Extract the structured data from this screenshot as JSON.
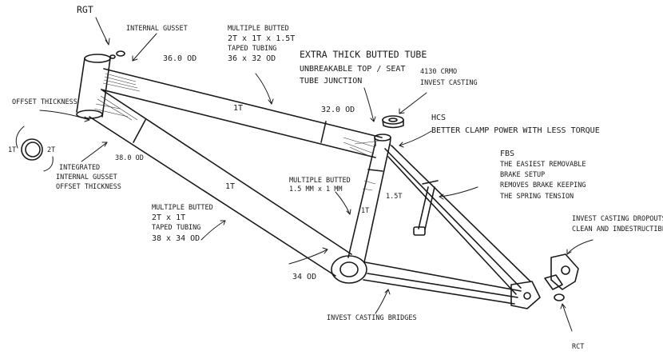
{
  "labels": {
    "rgt": "RGT",
    "internal_gusset": "INTERNAL GUSSET",
    "od_36_top": "36.0 OD",
    "mb_top_1": "MULTIPLE BUTTED",
    "mb_top_2": "2T x 1T x 1.5T",
    "mb_top_3": "TAPED TUBING",
    "mb_top_4": "36 x 32 OD",
    "extra_1": "EXTRA THICK BUTTED TUBE",
    "extra_2": "UNBREAKABLE TOP / SEAT",
    "extra_3": "TUBE JUNCTION",
    "crmo_1": "4130 CRMO",
    "crmo_2": "INVEST CASTING",
    "offset": "OFFSET THICKNESS",
    "t1": "1T",
    "t2": "2T",
    "top_tube_t": "1T",
    "od_32": "32.0 OD",
    "hcs_1": "HCS",
    "hcs_2": "BETTER CLAMP POWER WITH LESS TORQUE",
    "od_38": "38.0 OD",
    "integ_1": "INTEGRATED",
    "integ_2": "INTERNAL GUSSET",
    "integ_3": "OFFSET THICKNESS",
    "fbs_1": "FBS",
    "fbs_2": "THE EASIEST REMOVABLE",
    "fbs_3": "BRAKE SETUP",
    "fbs_4": "REMOVES BRAKE KEEPING",
    "fbs_5": "THE SPRING TENSION",
    "down_tube_t": "1T",
    "mb_seat_1": "MULTIPLE BUTTED",
    "mb_seat_2": "1.5 MM x 1 MM",
    "seat_tube_t": "1T",
    "seat_tube_15t": "1.5T",
    "mb_down_1": "MULTIPLE BUTTED",
    "mb_down_2": "2T x 1T",
    "mb_down_3": "TAPED TUBING",
    "mb_down_4": "38 x 34 OD",
    "drop_1": "INVEST CASTING DROPOUTS",
    "drop_2": "CLEAN AND INDESTRUCTIBLE",
    "od_34": "34 OD",
    "bridges": "INVEST CASTING BRIDGES",
    "rct": "RCT"
  }
}
